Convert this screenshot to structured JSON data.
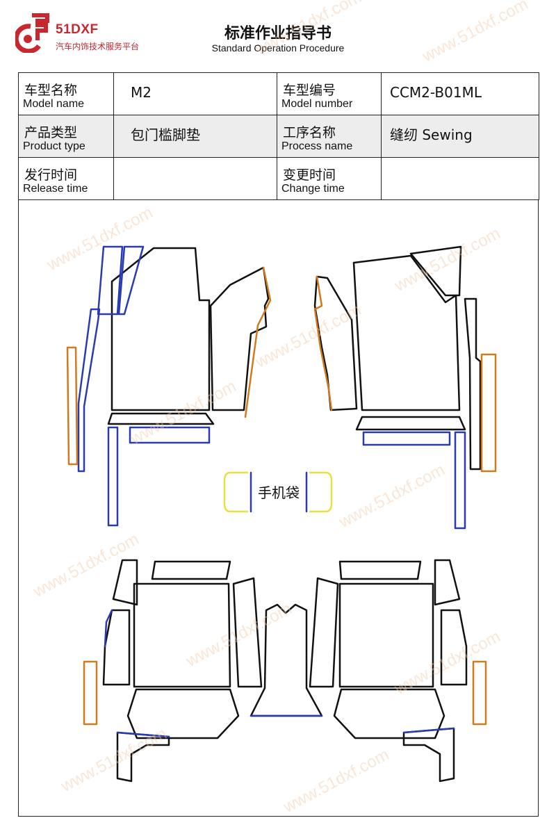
{
  "brand": {
    "name": "51DXF",
    "tagline": "汽车内饰技术服务平台",
    "color": "#c8282d"
  },
  "document": {
    "title": "标准作业指导书",
    "subtitle": "Standard Operation Procedure"
  },
  "info_table": {
    "model_name": {
      "label_cn": "车型名称",
      "label_en": "Model name",
      "value": "M2"
    },
    "model_number": {
      "label_cn": "车型编号",
      "label_en": "Model number",
      "value": "CCM2-B01ML"
    },
    "product_type": {
      "label_cn": "产品类型",
      "label_en": "Product type",
      "value": "包门槛脚垫"
    },
    "process_name": {
      "label_cn": "工序名称",
      "label_en": "Process name",
      "value": "缝纫 Sewing"
    },
    "release_time": {
      "label_cn": "发行时间",
      "label_en": "Release time",
      "value": ""
    },
    "change_time": {
      "label_cn": "变更时间",
      "label_en": "Change time",
      "value": ""
    }
  },
  "figure": {
    "phone_pocket_label": "手机袋",
    "outline_colors": {
      "panel": "#111111",
      "binding_blue": "#2a3bb0",
      "binding_orange": "#d07a1e",
      "pocket_yellow": "#e8e040"
    }
  },
  "watermark": {
    "text": "www.51dxf.com"
  }
}
